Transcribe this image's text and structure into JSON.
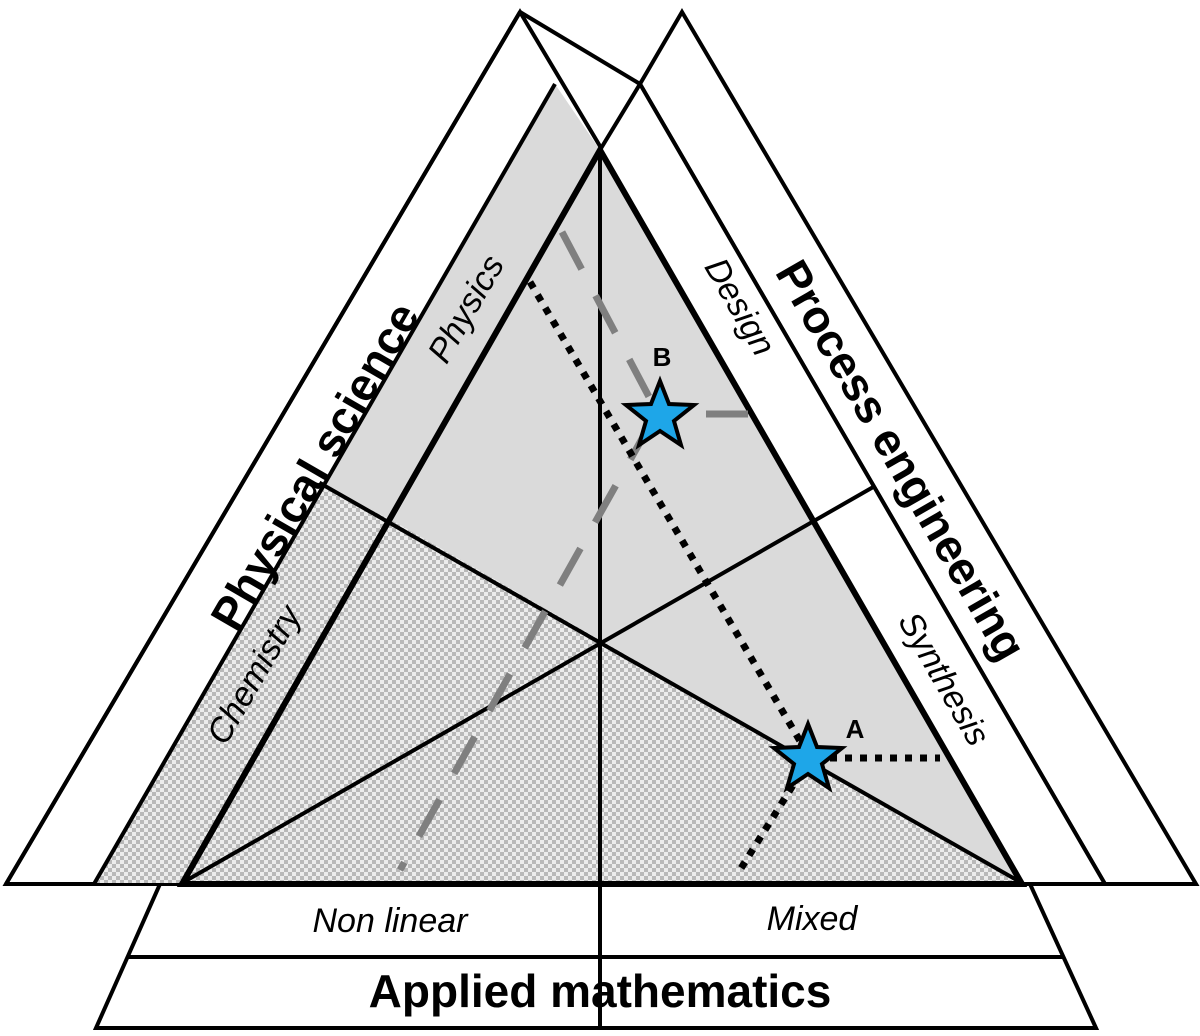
{
  "axes": {
    "physical_science": {
      "title": "Physical science",
      "upper": "Physics",
      "lower": "Chemistry"
    },
    "process_engineering": {
      "title": "Process engineering",
      "upper": "Design",
      "lower": "Synthesis"
    },
    "applied_mathematics": {
      "title": "Applied mathematics",
      "left": "Non linear",
      "right": "Mixed"
    }
  },
  "points": {
    "a": {
      "label": "A",
      "color": "#1ea6e8"
    },
    "b": {
      "label": "B",
      "color": "#1ea6e8"
    }
  },
  "colors": {
    "shaded": "#dadada",
    "dashed_line": "#7f7f7f",
    "dotted_line": "#000000"
  }
}
